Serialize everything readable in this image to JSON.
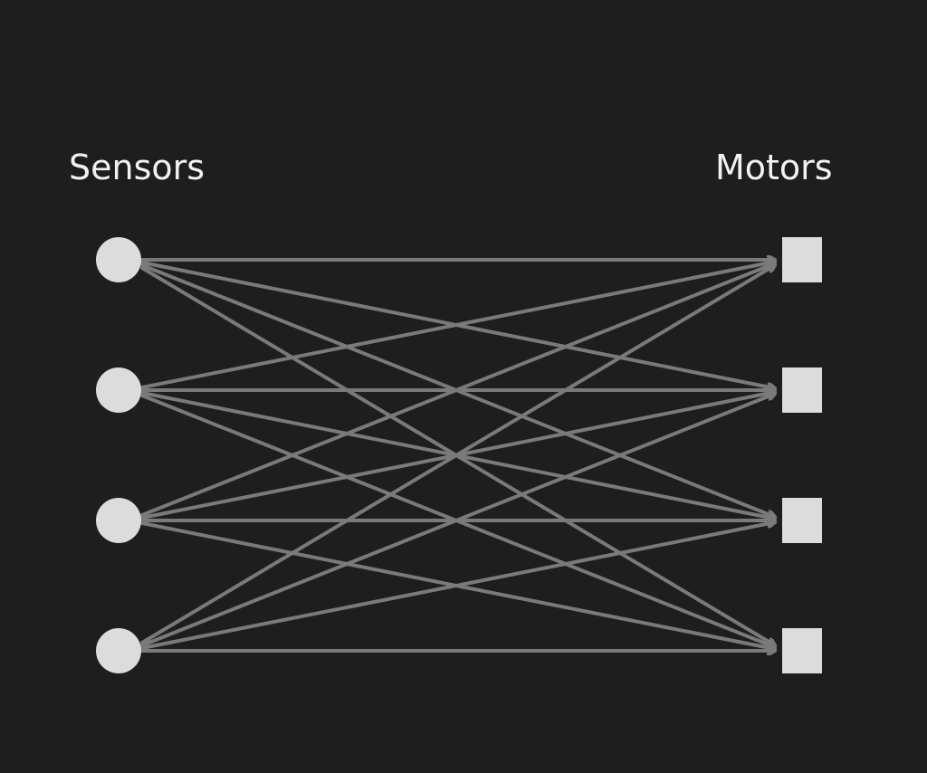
{
  "labels": {
    "left": "Sensors",
    "right": "Motors"
  },
  "colors": {
    "background": "#1e1e1e",
    "node": "#dcdcdc",
    "edge": "#7a7a7a",
    "text": "#f2f2f2"
  },
  "sensors": [
    {
      "id": "s1"
    },
    {
      "id": "s2"
    },
    {
      "id": "s3"
    },
    {
      "id": "s4"
    }
  ],
  "motors": [
    {
      "id": "m1"
    },
    {
      "id": "m2"
    },
    {
      "id": "m3"
    },
    {
      "id": "m4"
    }
  ],
  "connections": "all-to-all"
}
